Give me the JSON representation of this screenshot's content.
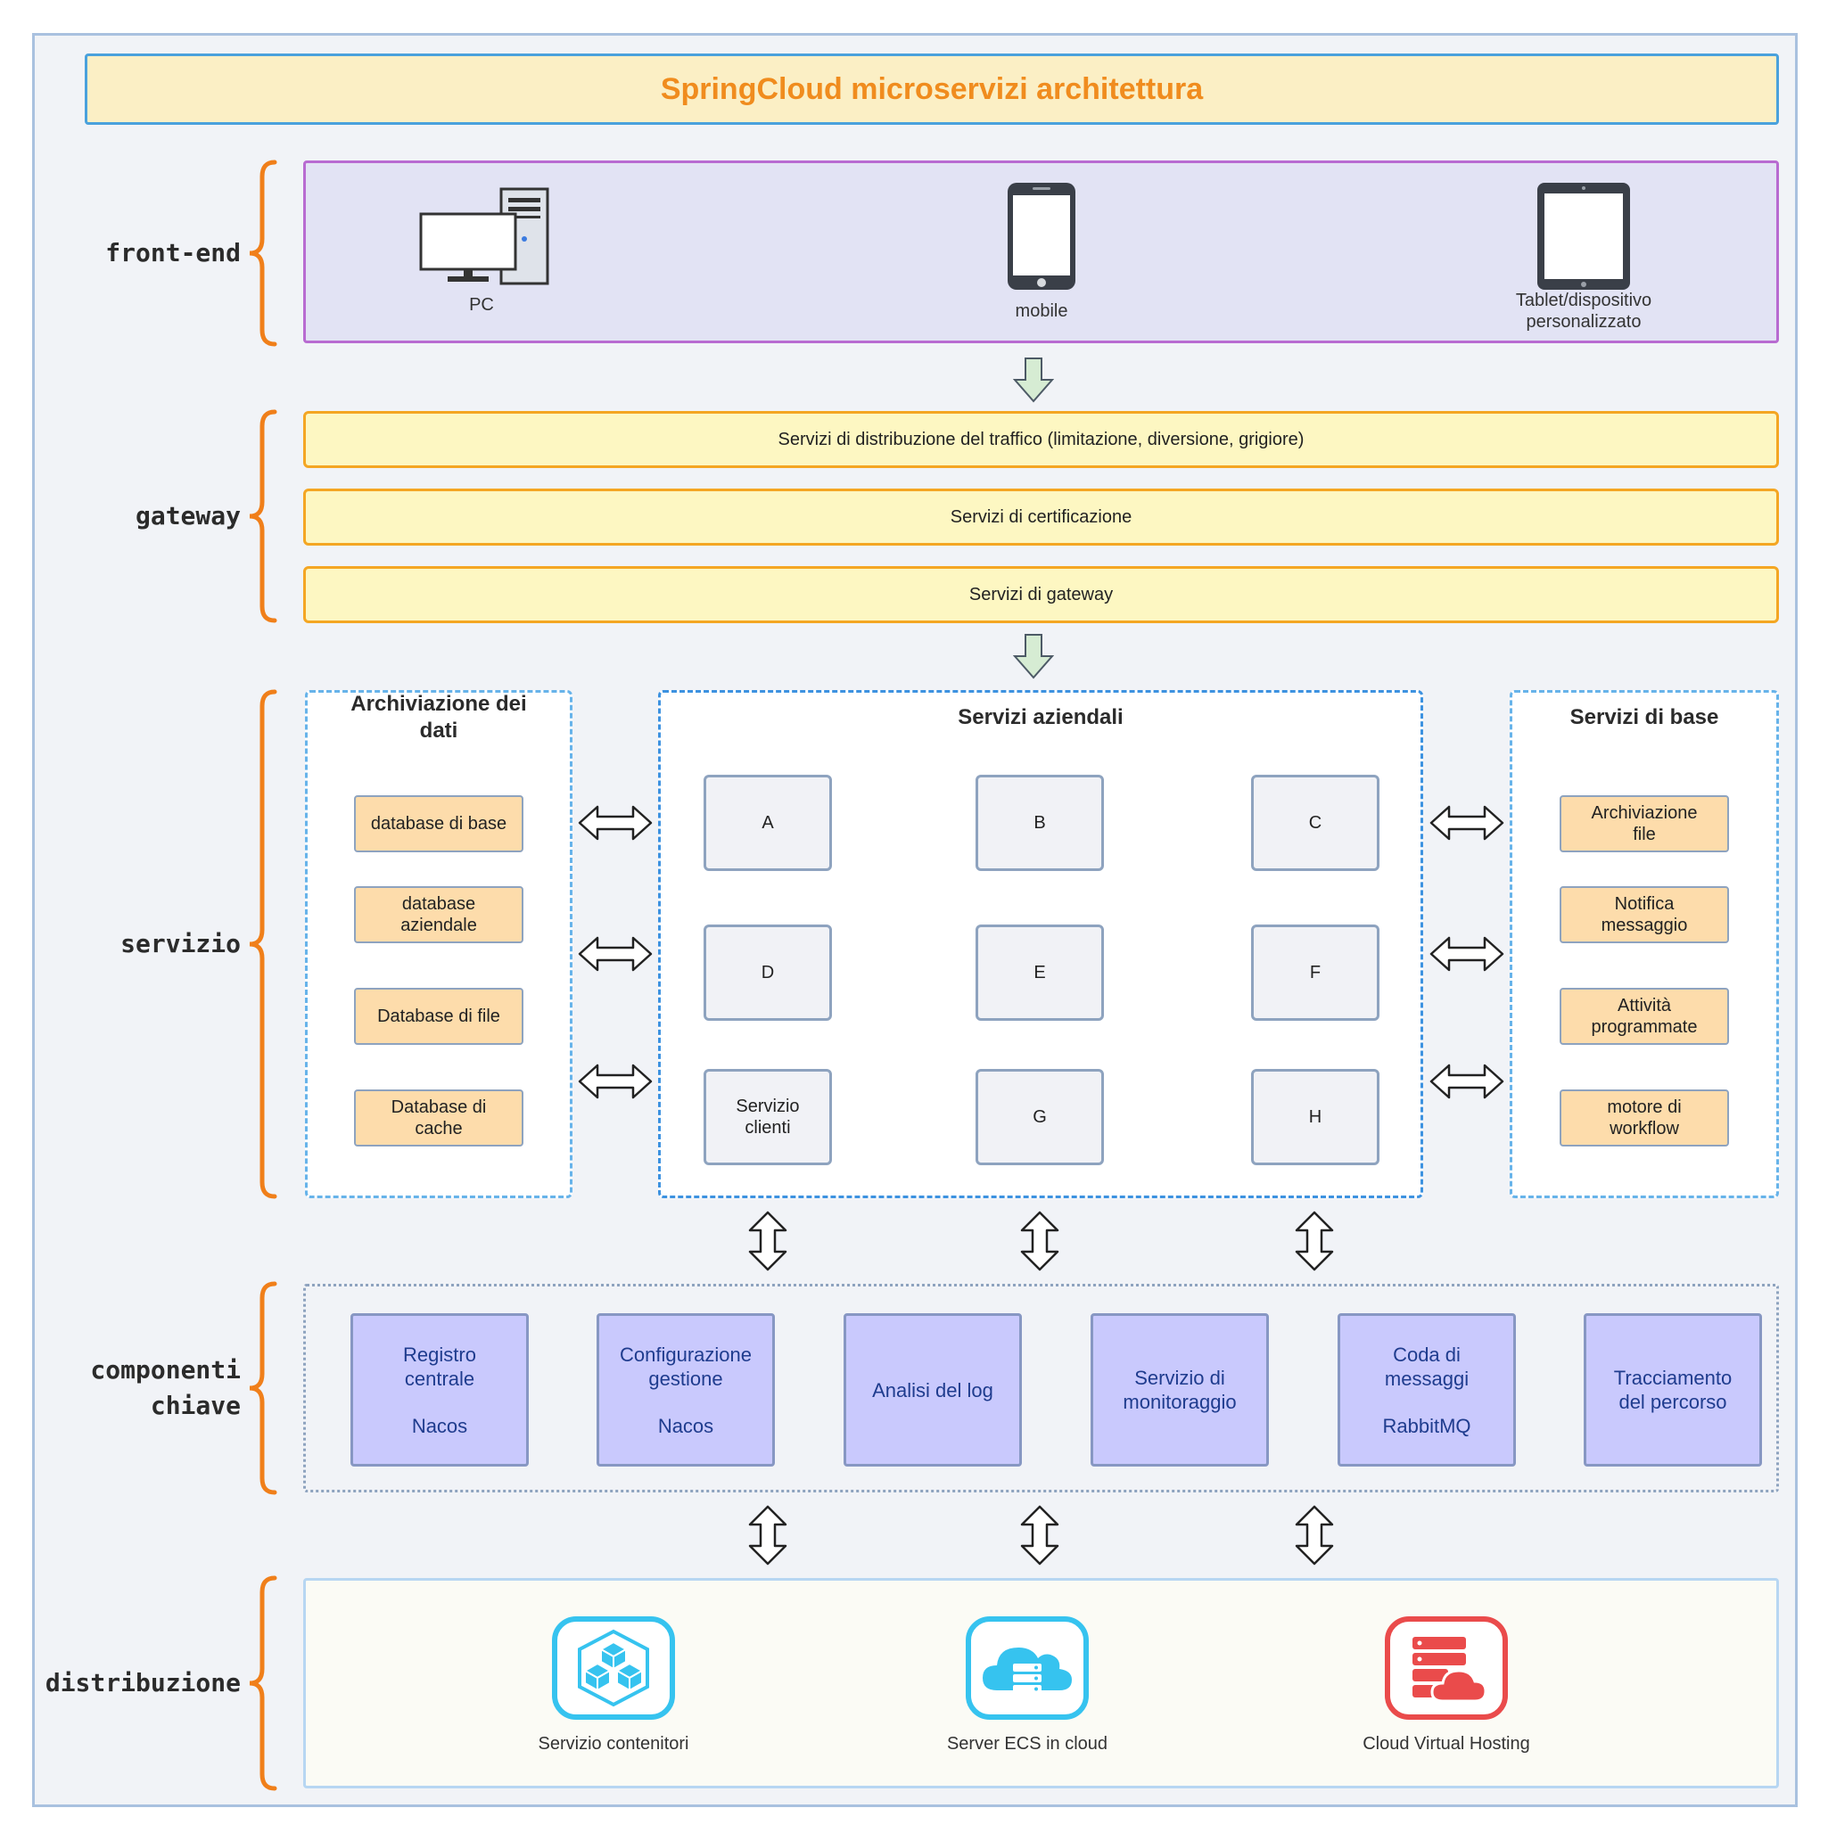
{
  "title": "SpringCloud microservizi architettura",
  "layers": {
    "frontend": "front-end",
    "gateway": "gateway",
    "service": "servizio",
    "components_line1": "componenti",
    "components_line2": "chiave",
    "deploy": "distribuzione"
  },
  "frontend": {
    "pc": "PC",
    "mobile": "mobile",
    "tablet_line1": "Tablet/dispositivo",
    "tablet_line2": "personalizzato"
  },
  "gateway": {
    "bar1": "Servizi di distribuzione del traffico (limitazione, diversione, grigiore)",
    "bar2": "Servizi di certificazione",
    "bar3": "Servizi di gateway"
  },
  "data_storage": {
    "title_line1": "Archiviazione dei",
    "title_line2": "dati",
    "items": [
      [
        "database di base"
      ],
      [
        "database",
        "aziendale"
      ],
      [
        "Database di file"
      ],
      [
        "Database di",
        "cache"
      ]
    ]
  },
  "business": {
    "title": "Servizi aziendali",
    "a": "A",
    "b": "B",
    "c": "C",
    "d": "D",
    "e": "E",
    "f": "F",
    "g1_line1": "Servizio",
    "g1_line2": "clienti",
    "g": "G",
    "h": "H"
  },
  "base": {
    "title": "Servizi di base",
    "items": [
      [
        "Archiviazione",
        "file"
      ],
      [
        "Notifica",
        "messaggio"
      ],
      [
        "Attività",
        "programmate"
      ],
      [
        "motore di",
        "workflow"
      ]
    ]
  },
  "components": [
    {
      "l1": "Registro",
      "l2": "centrale",
      "sub": "Nacos"
    },
    {
      "l1": "Configurazione",
      "l2": "gestione",
      "sub": "Nacos"
    },
    {
      "l1": "Analisi del log",
      "l2": "",
      "sub": ""
    },
    {
      "l1": "Servizio di",
      "l2": "monitoraggio",
      "sub": ""
    },
    {
      "l1": "Coda di",
      "l2": "messaggi",
      "sub": "RabbitMQ"
    },
    {
      "l1": "Tracciamento",
      "l2": "del percorso",
      "sub": ""
    }
  ],
  "deploy": {
    "container": "Servizio contenitori",
    "ecs": "Server ECS in cloud",
    "vhost": "Cloud Virtual Hosting"
  },
  "colors": {
    "title_text": "#f08c1e",
    "brace": "#f07f1a",
    "frontend_bg": "#e2e3f4",
    "gateway_bg": "#fdf7c2",
    "storage_item": "#fddcab",
    "component_bg": "#c9c9fd",
    "arrow_green": "#d6ecd3"
  }
}
